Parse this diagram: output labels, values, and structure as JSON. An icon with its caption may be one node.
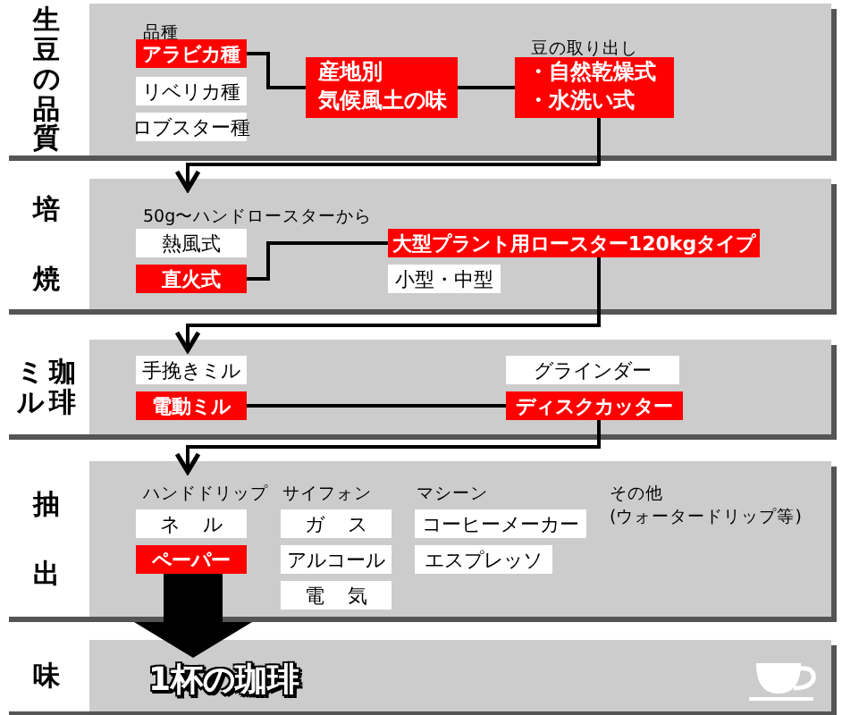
{
  "diagram": {
    "nodes": [
      {
        "text": [
          "生豆の品質"
        ]
      },
      {
        "text": [
          "アラビカ種"
        ],
        "in": 0
      },
      {
        "text": [
          "リベリカ種"
        ],
        "in": 0
      },
      {
        "text": [
          "ロブスター種"
        ],
        "in": 0
      },
      {
        "text": [
          "産地別",
          "気候風土の味"
        ],
        "in": 0
      },
      {
        "text": [
          "・自然乾燥式",
          "・水洗い式"
        ],
        "in": 0
      },
      {
        "text": [
          "培焼"
        ]
      },
      {
        "text": [
          "熱風式"
        ],
        "in": 6
      },
      {
        "text": [
          "直火式"
        ],
        "in": 6
      },
      {
        "text": [
          "大型プラント用ロースター120kgタイプ"
        ],
        "in": 6
      },
      {
        "text": [
          "小型・中型"
        ],
        "in": 6
      },
      {
        "text": [
          "ミル",
          "珈琲"
        ]
      },
      {
        "text": [
          "手挽きミル"
        ],
        "in": 11
      },
      {
        "text": [
          "電動ミル"
        ],
        "in": 11
      },
      {
        "text": [
          "グラインダー"
        ],
        "in": 11
      },
      {
        "text": [
          "ディスクカッター"
        ],
        "in": 11
      },
      {
        "text": [
          "抽出"
        ]
      },
      {
        "text": [
          "ネル"
        ],
        "in": 16
      },
      {
        "text": [
          "ペーパー"
        ],
        "in": 16
      },
      {
        "text": [
          "ガス"
        ],
        "in": 16
      },
      {
        "text": [
          "アルコール"
        ],
        "in": 16
      },
      {
        "text": [
          "電気"
        ],
        "in": 16
      },
      {
        "text": [
          "コーヒーメーカー"
        ],
        "in": 16
      },
      {
        "text": [
          "エスプレッソ"
        ],
        "in": 16
      },
      {
        "text": [
          "味",
          "1杯の珈琲"
        ]
      }
    ],
    "edges": [
      {
        "from": 1,
        "to": 4,
        "arrow": "none"
      },
      {
        "from": 4,
        "to": 5,
        "arrow": "none"
      },
      {
        "from": 5,
        "to": 6,
        "arrow": "to"
      },
      {
        "from": 8,
        "to": 9,
        "arrow": "none"
      },
      {
        "from": 9,
        "to": 11,
        "arrow": "to"
      },
      {
        "from": 13,
        "to": 15,
        "arrow": "none"
      },
      {
        "from": 15,
        "to": 16,
        "arrow": "to"
      },
      {
        "from": 18,
        "to": 24,
        "arrow": "to",
        "style": "thick"
      }
    ],
    "labels": [
      "品種",
      "豆の取り出し",
      "50g〜ハンドロースターから",
      "ハンドドリップ",
      "サイフォン",
      "マシーン",
      "その他",
      "(ウォータードリップ等)"
    ]
  }
}
